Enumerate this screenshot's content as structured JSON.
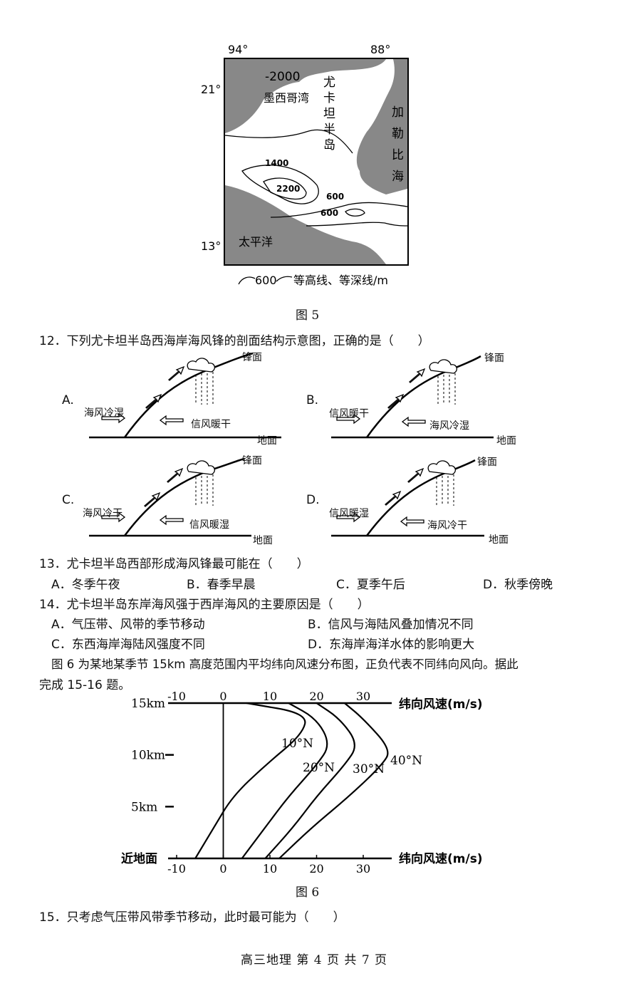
{
  "map": {
    "lon_left": "94°",
    "lon_right": "88°",
    "lat_top": "21°",
    "lat_bottom": "13°",
    "depth_label": "-2000",
    "gulf": "墨西哥湾",
    "peninsula": [
      "尤",
      "卡",
      "坦",
      "半",
      "岛"
    ],
    "caribbean": [
      "加",
      "勒",
      "比",
      "海"
    ],
    "pacific": "太平洋",
    "c1400": "1400",
    "c2200": "2200",
    "c600a": "600",
    "c600b": "600",
    "legend_value": "600",
    "legend_text": "等高线、等深线/m",
    "caption": "图 5"
  },
  "q12": {
    "text": "12．下列尤卡坦半岛西海岸海风锋的剖面结构示意图，正确的是（　　）",
    "front_label": "锋面",
    "ground_label": "地面",
    "options": [
      {
        "letter": "A.",
        "left_air": "海风冷湿",
        "right_air": "信风暖干"
      },
      {
        "letter": "B.",
        "left_air": "信风暖干",
        "right_air": "海风冷湿"
      },
      {
        "letter": "C.",
        "left_air": "海风冷干",
        "right_air": "信风暖湿"
      },
      {
        "letter": "D.",
        "left_air": "信风暖湿",
        "right_air": "海风冷干"
      }
    ]
  },
  "q13": {
    "text": "13．尤卡坦半岛西部形成海风锋最可能在（　　）",
    "a": "A．冬季午夜",
    "b": "B．春季早晨",
    "c": "C．夏季午后",
    "d": "D．秋季傍晚"
  },
  "q14": {
    "text": "14．尤卡坦半岛东岸海风强于西岸海风的主要原因是（　　）",
    "a": "A．气压带、风带的季节移动",
    "b": "B．信风与海陆风叠加情况不同",
    "c": "C．东西海岸海陆风强度不同",
    "d": "D．东海岸海洋水体的影响更大"
  },
  "intro": {
    "line1": "图 6 为某地某季节 15km 高度范围内平均纬向风速分布图，正负代表不同纬向风向。据此",
    "line2": "完成 15-16 题。"
  },
  "chart_data": {
    "type": "line",
    "xlabel": "纬向风速(m/s)",
    "x_ticks": [
      "-10",
      "0",
      "10",
      "20",
      "30"
    ],
    "y_labels": [
      "15km",
      "10km",
      "5km",
      "近地面"
    ],
    "xlim": [
      -10,
      30
    ],
    "ylim": [
      0,
      15
    ],
    "series": [
      {
        "name": "10°N",
        "x": [
          -6,
          -2,
          2,
          9,
          17,
          18,
          5
        ],
        "y": [
          0,
          3,
          6,
          9,
          12,
          14,
          15
        ]
      },
      {
        "name": "20°N",
        "x": [
          4,
          9,
          14,
          20,
          23,
          20,
          14
        ],
        "y": [
          0,
          3,
          6,
          9,
          11,
          13.5,
          15
        ]
      },
      {
        "name": "30°N",
        "x": [
          9,
          15,
          20,
          26,
          29,
          25,
          20
        ],
        "y": [
          0,
          3,
          6,
          9,
          11,
          13.5,
          15
        ]
      },
      {
        "name": "40°N",
        "x": [
          12,
          19,
          27,
          34,
          36,
          30,
          26
        ],
        "y": [
          0,
          3,
          6,
          9,
          10.5,
          13.5,
          15
        ]
      }
    ],
    "caption": "图 6"
  },
  "q15": {
    "text": "15．只考虑气压带风带季节移动，此时最可能为（　　）"
  },
  "footer": "高三地理  第 4 页  共 7 页"
}
